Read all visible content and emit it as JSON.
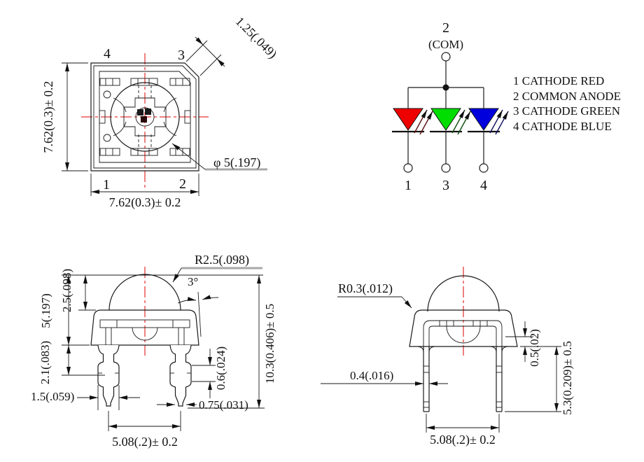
{
  "top_view": {
    "label_4": "4",
    "label_3": "3",
    "label_1": "1",
    "label_2": "2",
    "dim_height": "7.62(0.3)± 0.2",
    "dim_width": "7.62(0.3)± 0.2",
    "dim_chamfer": "1.25(.049)",
    "dim_lens": "φ 5(.197)"
  },
  "schematic": {
    "pin_top": "2",
    "com": "(COM)",
    "pin_b1": "1",
    "pin_b3": "3",
    "pin_b4": "4",
    "legend": {
      "l1": "1 CATHODE RED",
      "l2": "2 COMMON ANODE",
      "l3": "3 CATHODE GREEN",
      "l4": "4 CATHODE BLUE"
    },
    "colors": {
      "red": "#ee0000",
      "green": "#00dd00",
      "blue": "#0000dd"
    }
  },
  "front_view": {
    "dim_r": "R2.5(.098)",
    "dim_angle": "3°",
    "dim_dome_h": "2.5(.098)",
    "dim_body_h": "5(.197)",
    "dim_shoulder": "2.1(.083)",
    "dim_lead_w": "1.5(.059)",
    "dim_notch": "0.6(.024)",
    "dim_tip_w": "0.75(.031)",
    "dim_pitch": "5.08(.2)± 0.2",
    "dim_total_h": "10.3(0.406)± 0.5"
  },
  "side_view": {
    "dim_r": "R0.3(.012)",
    "dim_standoff": "0.5(.02)",
    "dim_lead_t": "0.4(.016)",
    "dim_pitch": "5.08(.2)± 0.2",
    "dim_lead_len": "5.3(0.209)± 0.5"
  }
}
